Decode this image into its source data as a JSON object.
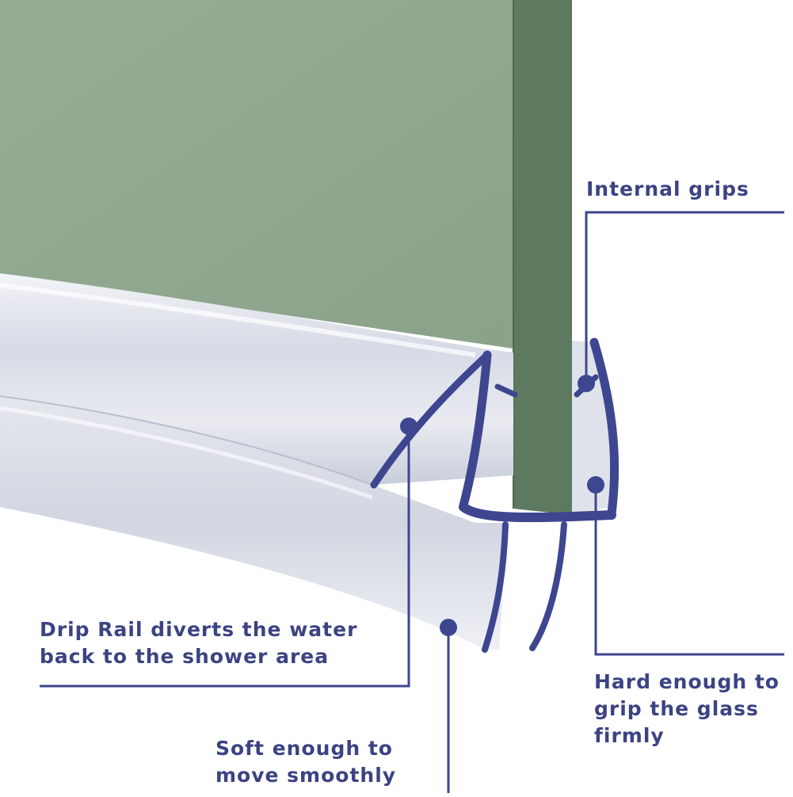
{
  "colors": {
    "accent": "#3e4690",
    "label_text": "#3c4383",
    "glass_face": "#94ab93",
    "glass_edge": "#5c785e",
    "seal_body": "#d9dde8"
  },
  "callouts": {
    "internal_grips": {
      "lines": [
        "Internal grips"
      ]
    },
    "drip_rail": {
      "lines": [
        "Drip Rail diverts the water",
        "back to the shower area"
      ]
    },
    "hard_enough": {
      "lines": [
        "Hard enough to",
        "grip the glass",
        "firmly"
      ]
    },
    "soft_enough": {
      "lines": [
        "Soft enough to",
        "move smoothly"
      ]
    }
  }
}
